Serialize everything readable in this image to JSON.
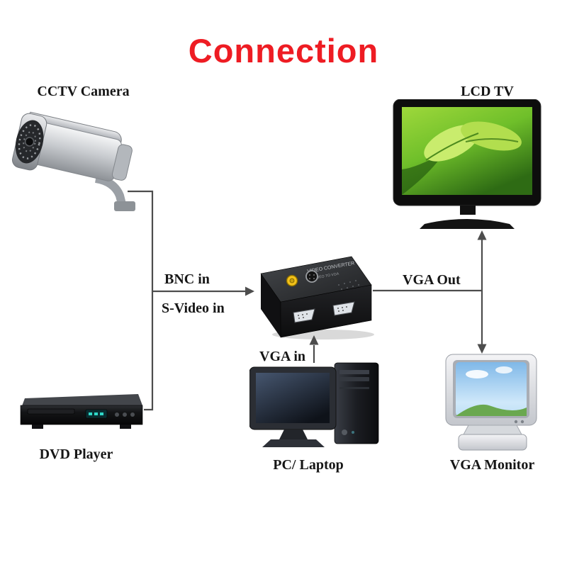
{
  "title": "Connection",
  "devices": {
    "cctv": {
      "label": "CCTV Camera"
    },
    "lcd_tv": {
      "label": "LCD TV"
    },
    "dvd": {
      "label": "DVD Player"
    },
    "pc": {
      "label": "PC/ Laptop"
    },
    "vga_monitor": {
      "label": "VGA Monitor"
    }
  },
  "connections": {
    "bnc_in": "BNC in",
    "svideo_in": "S-Video in",
    "vga_out": "VGA Out",
    "vga_in": "VGA in"
  },
  "converter": {
    "top_text_line1": "VIDEO CONVERTER",
    "top_text_line2": "VIDEO TO VGA"
  },
  "colors": {
    "title": "#ee1c23",
    "connector_line": "#4d4d4d",
    "rca_jack": "#f3c21a",
    "tv_screen_green": "#6fbf2a"
  }
}
